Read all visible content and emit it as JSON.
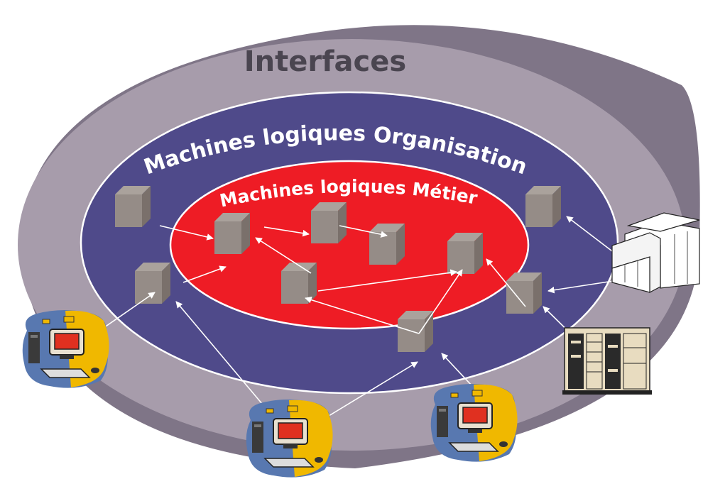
{
  "labels": {
    "outer": "Interfaces",
    "middle": "Machines logiques Organisation",
    "inner": "Machines logiques Métier"
  },
  "colors": {
    "outer_ring_top": "#a79cab",
    "outer_ring_side": "#7f7587",
    "middle": "#4f4a8a",
    "inner": "#ee1c25",
    "cube_front": "#958c87",
    "cube_top": "#aaa29c",
    "cube_side": "#7a706b",
    "outer_text": "#4a4550",
    "ring_text": "#ffffff",
    "arrow": "#ffffff"
  },
  "nodes": {
    "cubes": [
      "cube-1",
      "cube-2",
      "cube-3",
      "cube-4",
      "cube-5",
      "cube-6",
      "cube-7",
      "cube-8",
      "cube-9",
      "cube-10",
      "cube-11"
    ],
    "workstations": [
      "workstation-left",
      "workstation-bottom-center",
      "workstation-bottom-right"
    ],
    "servers": [
      "mainframe-icon",
      "server-rack-icon"
    ]
  }
}
